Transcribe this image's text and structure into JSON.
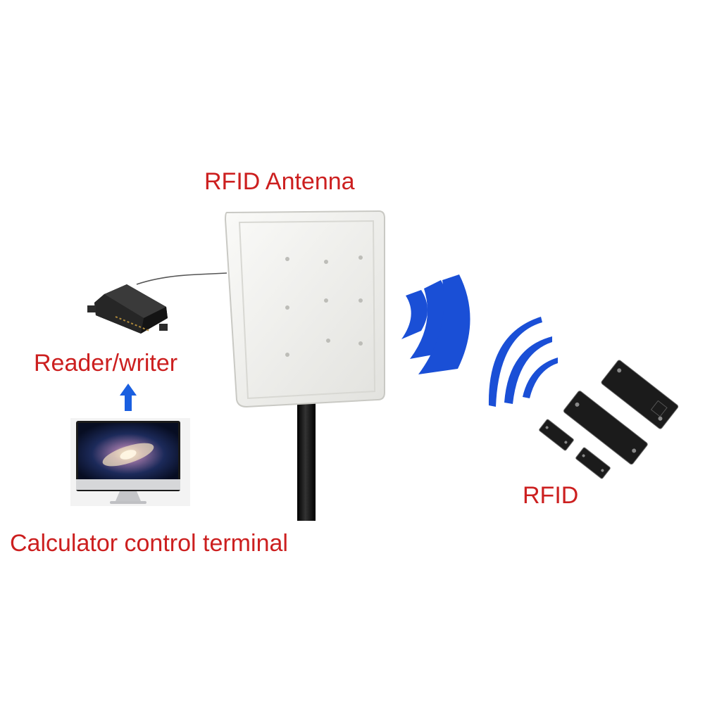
{
  "labels": {
    "antenna": "RFID Antenna",
    "reader": "Reader/writer",
    "tags": "RFID",
    "terminal": "Calculator control terminal"
  },
  "colors": {
    "label_text": "#cc1f1f",
    "wave": "#1a4fd6",
    "arrow": "#1a5fe0",
    "antenna_body": "#efefec",
    "pole": "#111111",
    "device_dark": "#222222",
    "monitor_silver": "#d6d7d9",
    "screen_dark": "#0d1a3a"
  },
  "icons": {
    "antenna": "panel-antenna-icon",
    "reader": "rfid-reader-device-icon",
    "computer": "desktop-computer-icon",
    "tags": "rfid-tag-icon",
    "signal": "signal-wave-icon",
    "arrow": "arrow-up-icon"
  }
}
